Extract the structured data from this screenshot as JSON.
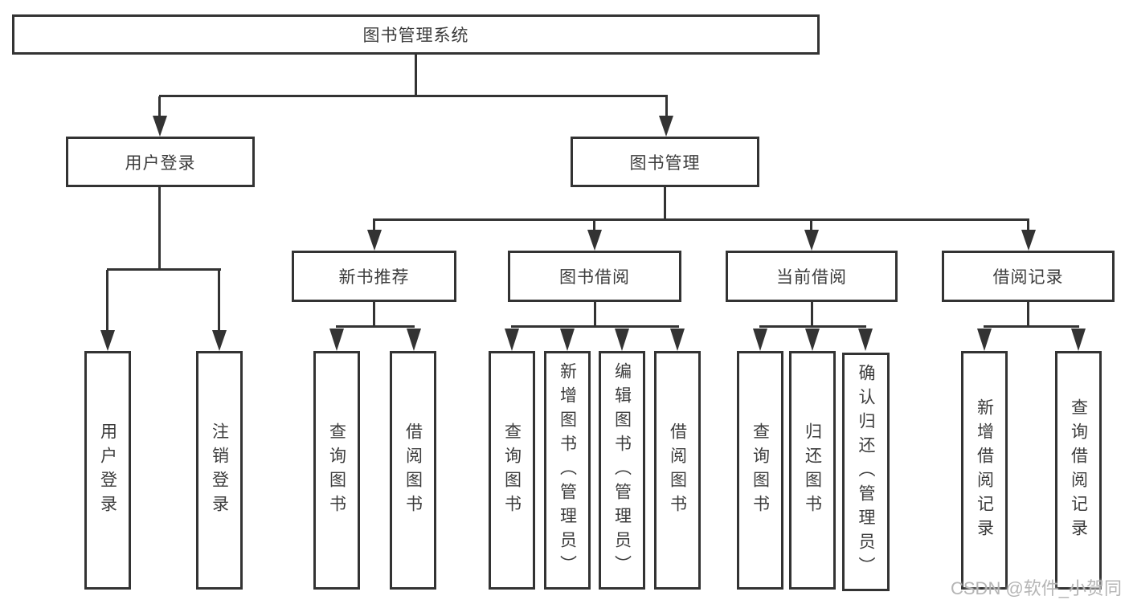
{
  "diagram": {
    "root": "图书管理系统",
    "branches": {
      "user_login": {
        "label": "用户登录",
        "children": [
          "用户登录",
          "注销登录"
        ]
      },
      "book_mgmt": {
        "label": "图书管理",
        "sections": [
          {
            "label": "新书推荐",
            "children": [
              "查询图书",
              "借阅图书"
            ]
          },
          {
            "label": "图书借阅",
            "children": [
              "查询图书",
              "新增图书（管理员）",
              "编辑图书（管理员）",
              "借阅图书"
            ]
          },
          {
            "label": "当前借阅",
            "children": [
              "查询图书",
              "归还图书",
              "确认归还（管理员）"
            ]
          },
          {
            "label": "借阅记录",
            "children": [
              "新增借阅记录",
              "查询借阅记录"
            ]
          }
        ]
      }
    }
  },
  "watermark": "CSDN @软件_小贺同学",
  "colors": {
    "line": "#333333",
    "text": "#3c3c3c",
    "watermark": "#b5b5b5",
    "background": "#ffffff"
  }
}
